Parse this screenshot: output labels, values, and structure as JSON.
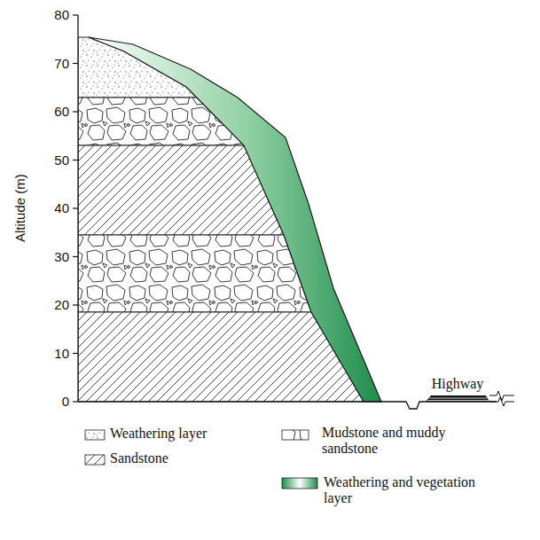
{
  "diagram": {
    "labels": [
      "Altitude (m)",
      "0",
      "10",
      "20",
      "30",
      "40",
      "50",
      "60",
      "70",
      "80",
      "Highway"
    ],
    "legend": [
      {
        "text": "Weathering layer"
      },
      {
        "text": "Sandstone"
      },
      {
        "text": "Mudstone and muddy sandstone"
      },
      {
        "text": "Weathering and vegetation layer"
      }
    ]
  }
}
